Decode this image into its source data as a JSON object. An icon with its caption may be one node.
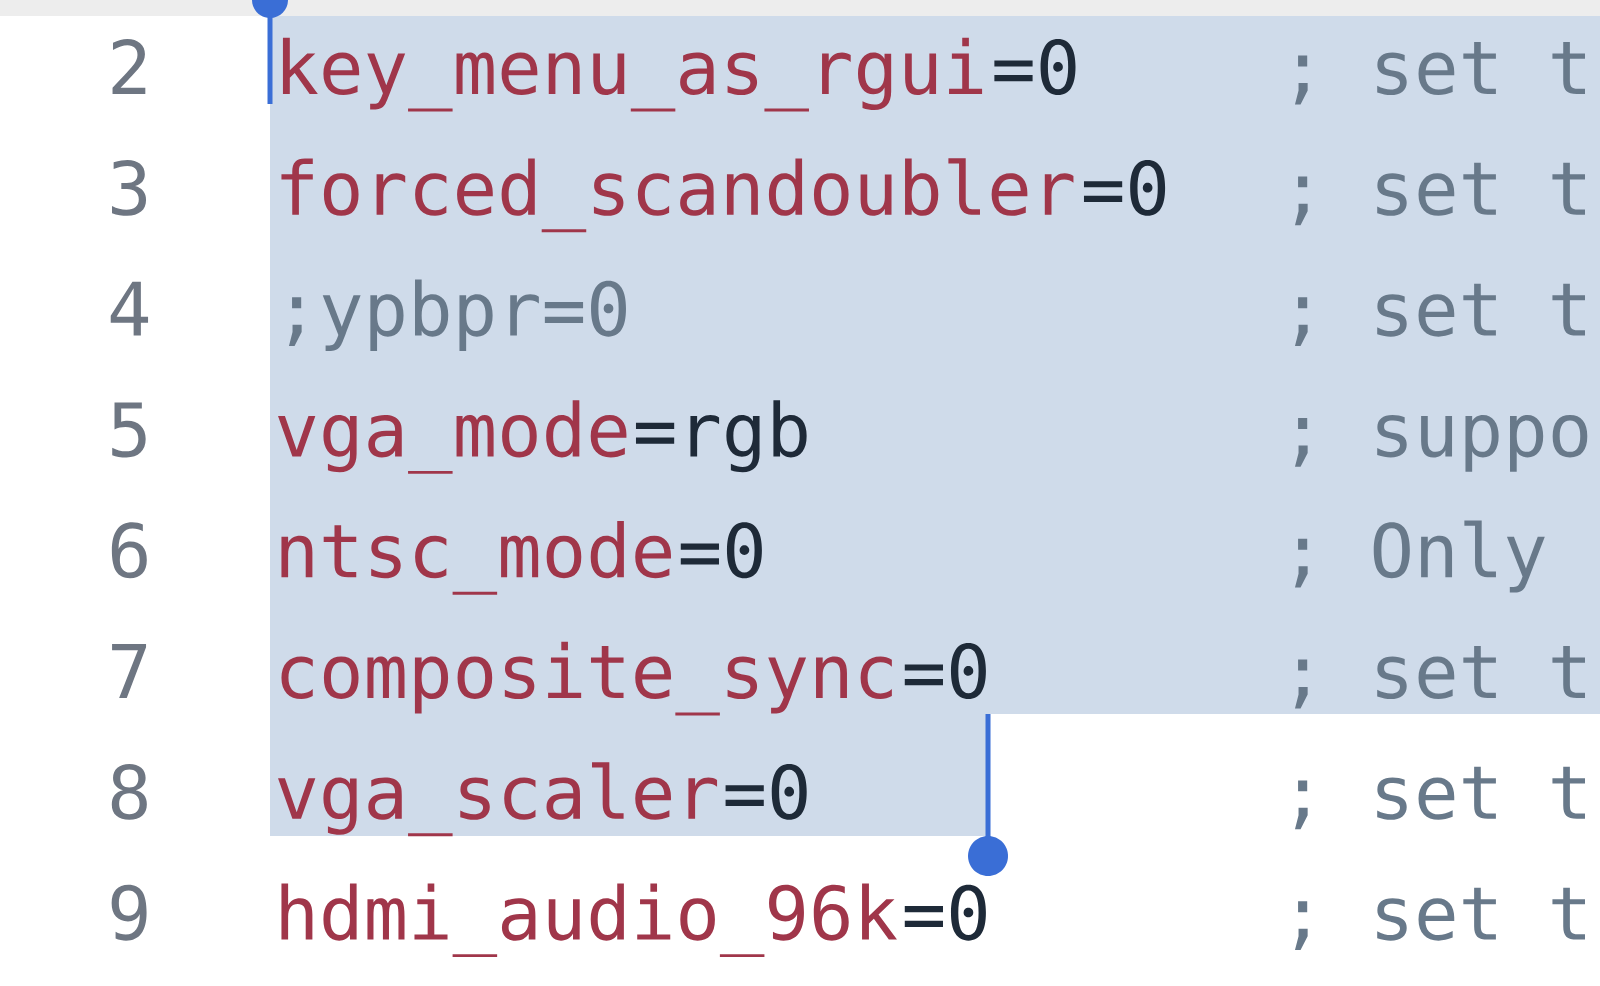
{
  "diagram": {
    "labels": [
      "2",
      "key_menu_as_rgui",
      "=0",
      "; set t",
      "3",
      "forced_scandoubler",
      "=0",
      "; set t",
      "4",
      ";ypbpr=0",
      "; set t",
      "5",
      "vga_mode",
      "=rgb",
      "; suppo",
      "6",
      "ntsc_mode",
      "=0",
      "; Only",
      "7",
      "composite_sync",
      "=0",
      "; set t",
      "8",
      "vga_scaler",
      "=0",
      "; set t",
      "9",
      "hdmi_audio_96k",
      "=0",
      "; set t"
    ]
  }
}
